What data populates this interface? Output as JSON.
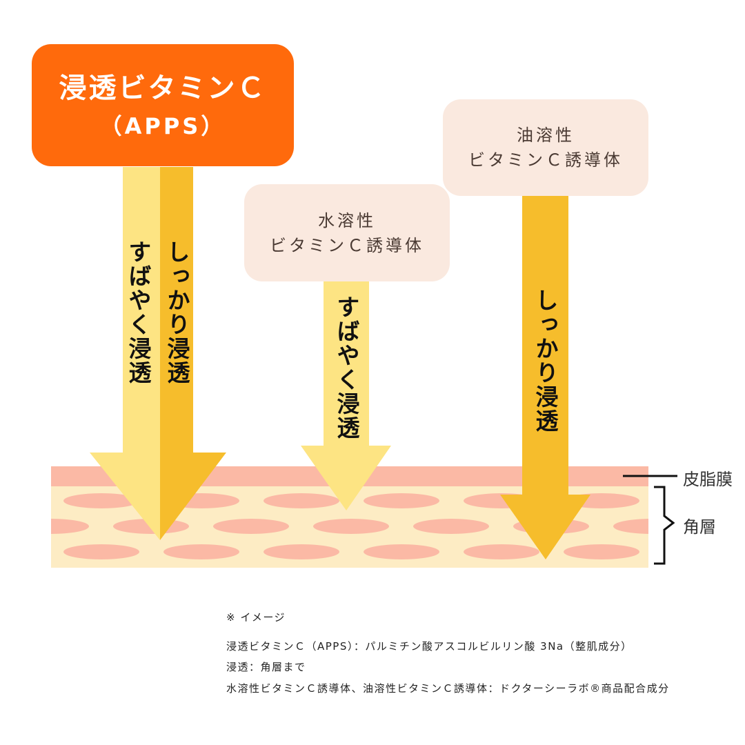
{
  "main_box": {
    "line1": "浸透ビタミンＣ",
    "line2": "（APPS）"
  },
  "water_box": {
    "line1": "水溶性",
    "line2": "ビタミンＣ誘導体"
  },
  "oil_box": {
    "line1": "油溶性",
    "line2": "ビタミンＣ誘導体"
  },
  "arrows": {
    "fast_1": "すばやく浸透",
    "firm_1": "しっかり浸透",
    "fast_2": "すばやく浸透",
    "firm_2": "しっかり浸透"
  },
  "layers": {
    "sebum": "皮脂膜",
    "stratum": "角層"
  },
  "notes": [
    "※ イメージ",
    "浸透ビタミンＣ（APPS）：パルミチン酸アスコルビルリン酸 3Na（整肌成分）",
    "浸透：角層まで",
    "水溶性ビタミンＣ誘導体、油溶性ビタミンＣ誘導体：ドクターシーラボ®商品配合成分"
  ],
  "colors": {
    "main_box": "#ff6a0c",
    "sub_box": "#fae9df",
    "arrow_light": "#fde483",
    "arrow_dark": "#f6bd2c",
    "sebum_layer": "#fbb9a5",
    "stratum_layer": "#fdecc4",
    "cell": "#fbb9a5"
  }
}
